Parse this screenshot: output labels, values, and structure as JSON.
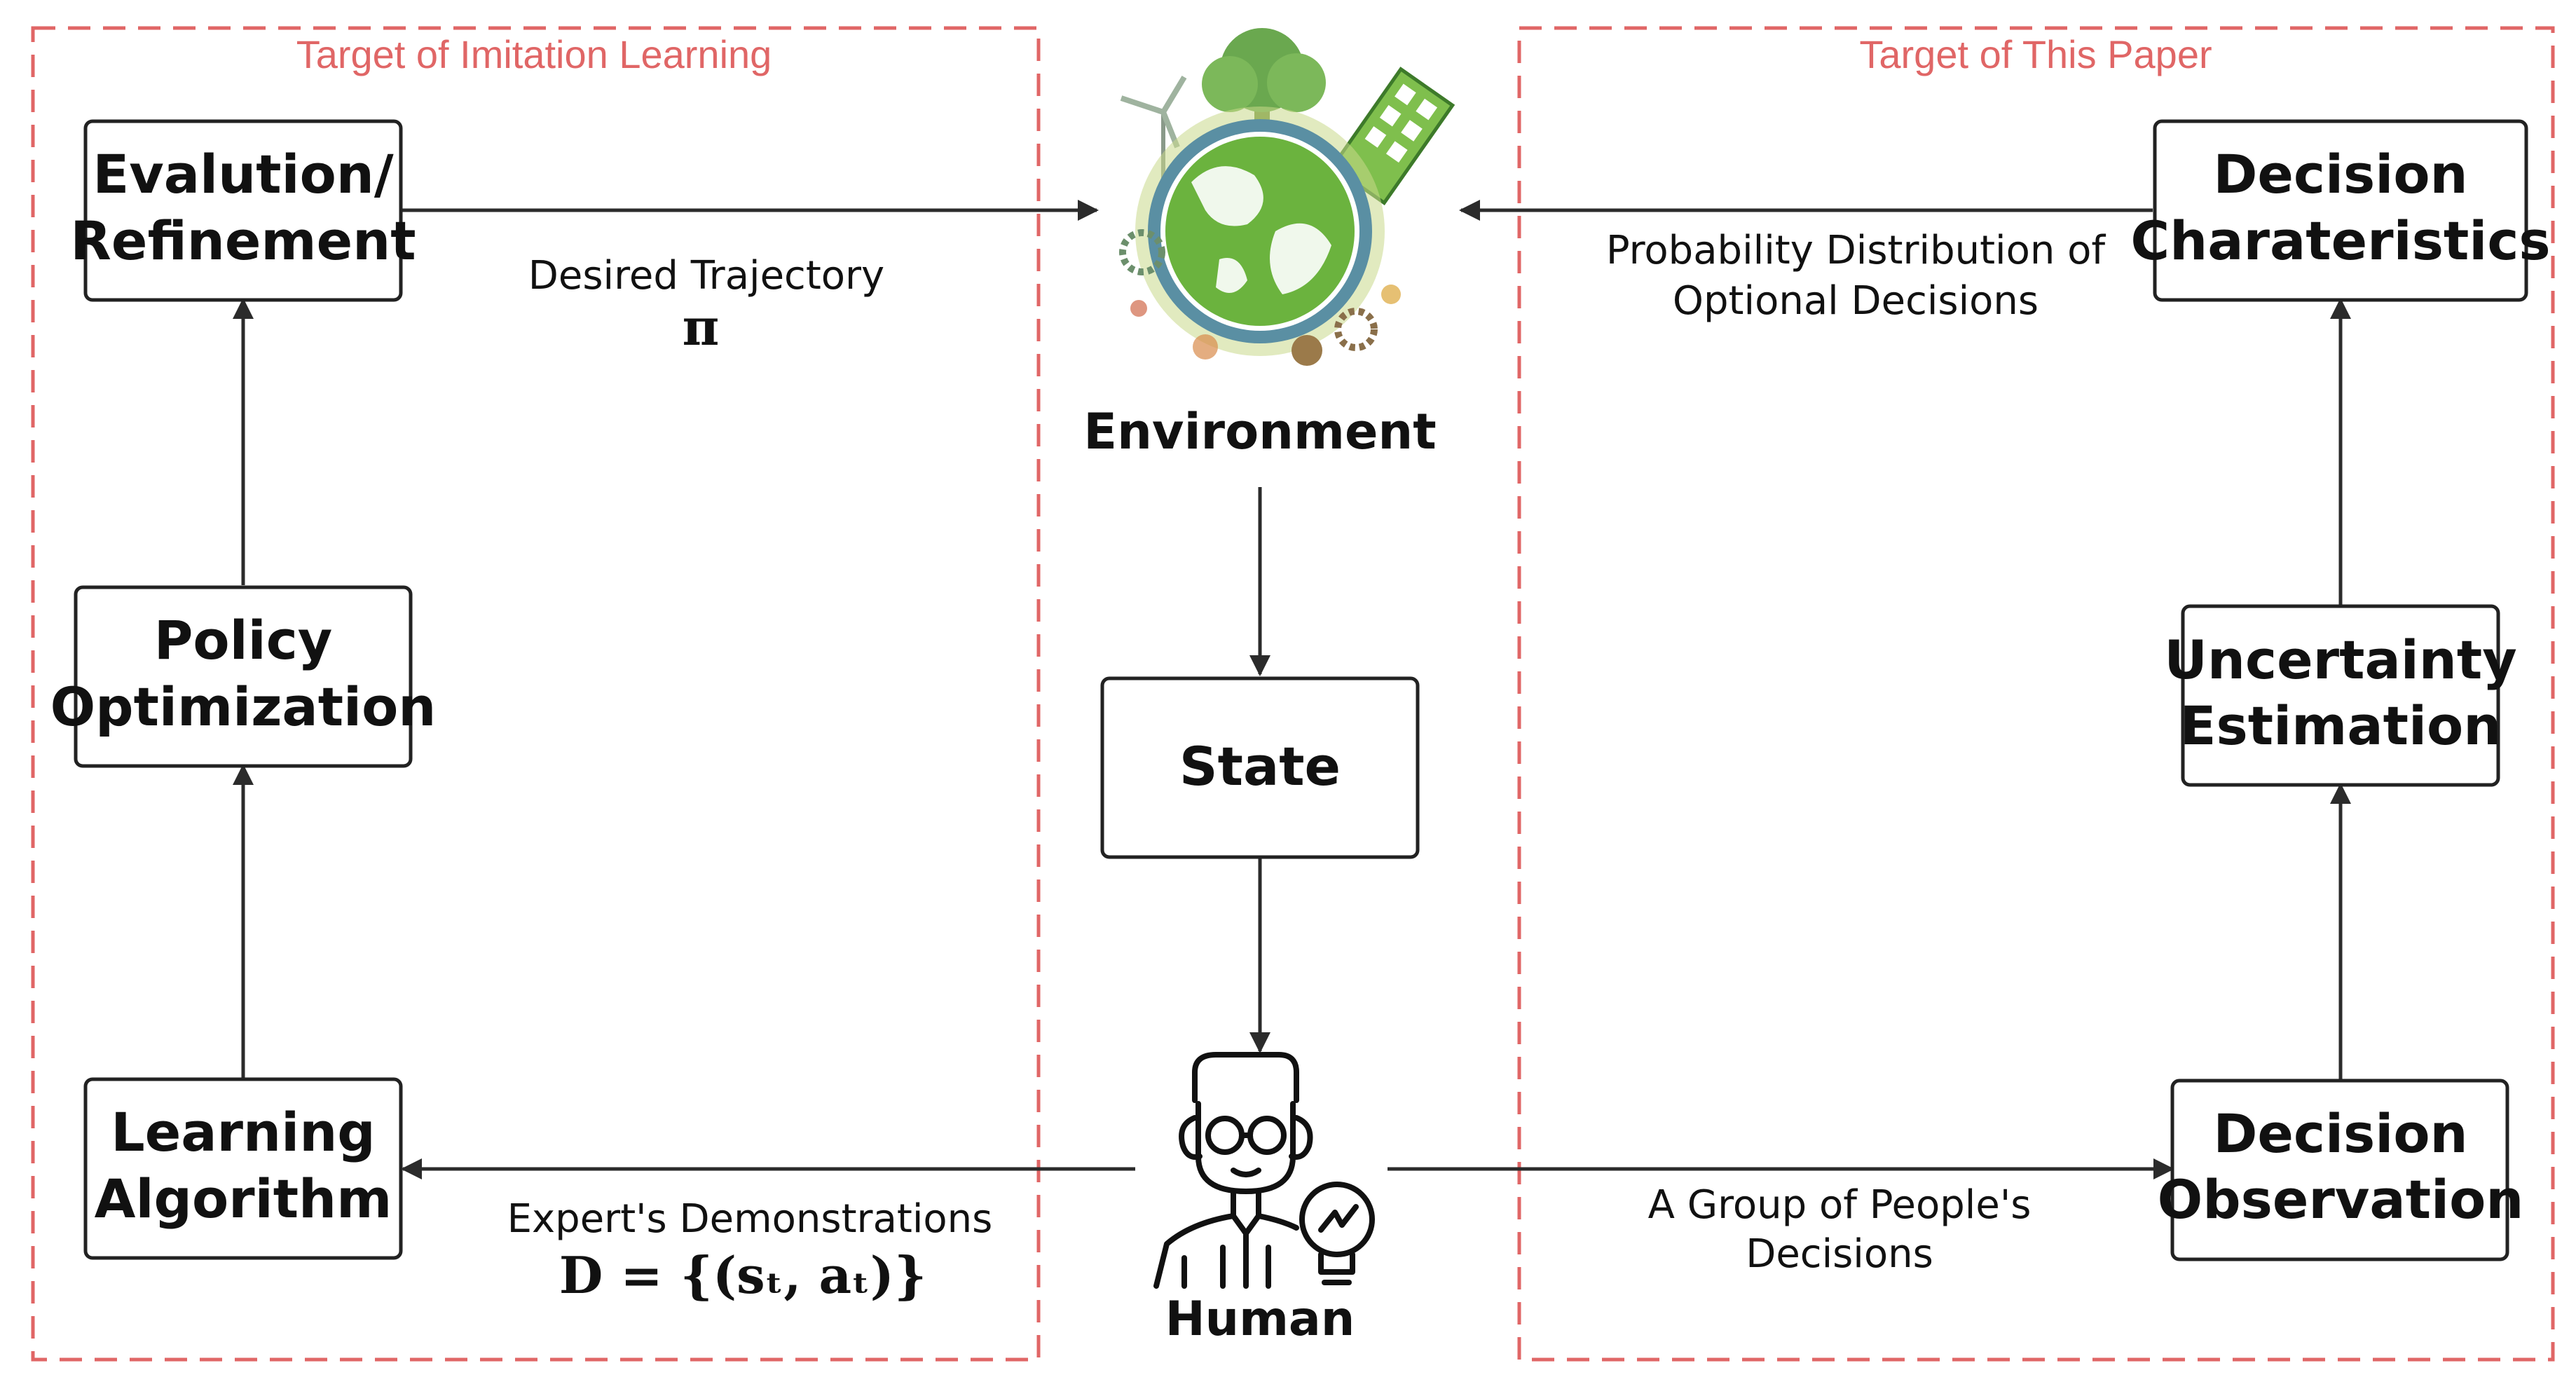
{
  "colors": {
    "region_border": "#e06666",
    "region_label": "#e06666",
    "node_border": "#222222",
    "arrow": "#2b2b2b",
    "globe_green": "#5aa832",
    "human_line": "#111111"
  },
  "regions": {
    "imitation": {
      "label": "Target of Imitation Learning"
    },
    "paper": {
      "label": "Target of This Paper"
    }
  },
  "nodes": {
    "evaluation": {
      "line1": "Evalution/",
      "line2": "Refinement"
    },
    "policy": {
      "line1": "Policy",
      "line2": "Optimization"
    },
    "learning": {
      "line1": "Learning",
      "line2": "Algorithm"
    },
    "state": {
      "line1": "State"
    },
    "characteristics": {
      "line1": "Decision",
      "line2": "Charateristics"
    },
    "uncertainty": {
      "line1": "Uncertainty",
      "line2": "Estimation"
    },
    "observation": {
      "line1": "Decision",
      "line2": "Observation"
    }
  },
  "environment": {
    "label": "Environment",
    "icon": "earth-globe-icon"
  },
  "human": {
    "label": "Human",
    "icon": "human-thinking-icon"
  },
  "edge_labels": {
    "trajectory": {
      "line1": "Desired Trajectory",
      "symbol": "π"
    },
    "probability": {
      "line1": "Probability Distribution of",
      "line2": "Optional Decisions"
    },
    "demonstrations": {
      "line1": "Expert's Demonstrations",
      "formula": "D = {(sₜ, aₜ)}"
    },
    "group": {
      "line1": "A Group of People's",
      "line2": "Decisions"
    }
  }
}
